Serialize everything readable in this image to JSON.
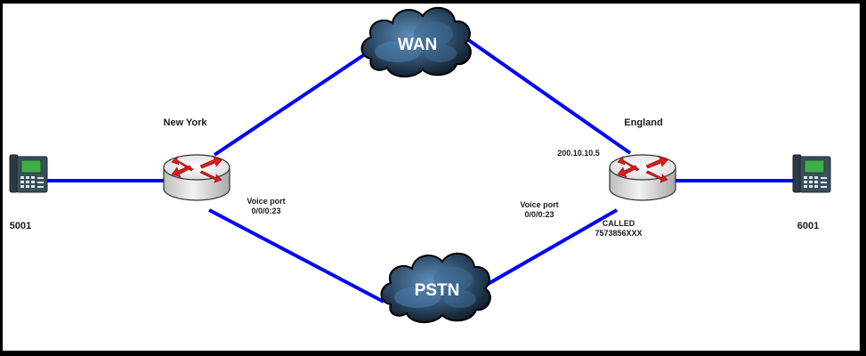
{
  "diagram": {
    "title": "",
    "link_color": "#0000ff",
    "nodes": {
      "phone_left": {
        "label": "5001",
        "type": "ip-phone"
      },
      "router_ny": {
        "label": "New York",
        "type": "router",
        "voice_port_label": "Voice port",
        "voice_port": "0/0/0:23"
      },
      "cloud_wan": {
        "label": "WAN",
        "type": "cloud"
      },
      "cloud_pstn": {
        "label": "PSTN",
        "type": "cloud"
      },
      "router_england": {
        "label": "England",
        "type": "router",
        "ip": "200.10.10.5",
        "voice_port_label": "Voice port",
        "voice_port": "0/0/0:23",
        "called_label": "CALLED",
        "called_number": "7573856XXX"
      },
      "phone_right": {
        "label": "6001",
        "type": "ip-phone"
      }
    },
    "links": [
      {
        "from": "phone_left",
        "to": "router_ny"
      },
      {
        "from": "router_ny",
        "to": "cloud_wan"
      },
      {
        "from": "cloud_wan",
        "to": "router_england"
      },
      {
        "from": "router_ny",
        "to": "cloud_pstn"
      },
      {
        "from": "cloud_pstn",
        "to": "router_england"
      },
      {
        "from": "router_england",
        "to": "phone_right"
      }
    ]
  }
}
